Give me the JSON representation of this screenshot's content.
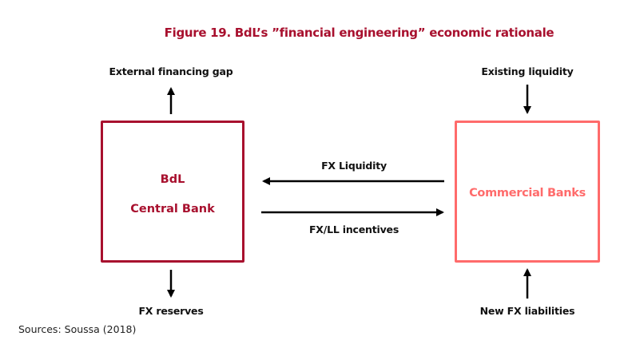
{
  "figure": {
    "title": "Figure 19. BdL’s ”financial engineering” economic rationale",
    "source": "Sources: Soussa (2018)",
    "colors": {
      "title": "#A8102E",
      "central_bank": "#A8102E",
      "commercial_banks": "#FF6B6B",
      "arrows": "#000000"
    }
  },
  "nodes": {
    "central_bank": {
      "line1": "BdL",
      "line2": "Central Bank"
    },
    "commercial_banks": {
      "label": "Commercial Banks"
    }
  },
  "edges": {
    "external_financing_gap": {
      "label": "External financing gap",
      "direction": "out-up"
    },
    "fx_reserves": {
      "label": "FX reserves",
      "direction": "out-down"
    },
    "existing_liquidity": {
      "label": "Existing liquidity",
      "direction": "in-down"
    },
    "new_fx_liabilities": {
      "label": "New FX liabilities",
      "direction": "in-up"
    },
    "fx_liquidity": {
      "label": "FX Liquidity",
      "from": "commercial_banks",
      "to": "central_bank"
    },
    "fx_ll_incentives": {
      "label": "FX/LL incentives",
      "from": "central_bank",
      "to": "commercial_banks"
    }
  }
}
